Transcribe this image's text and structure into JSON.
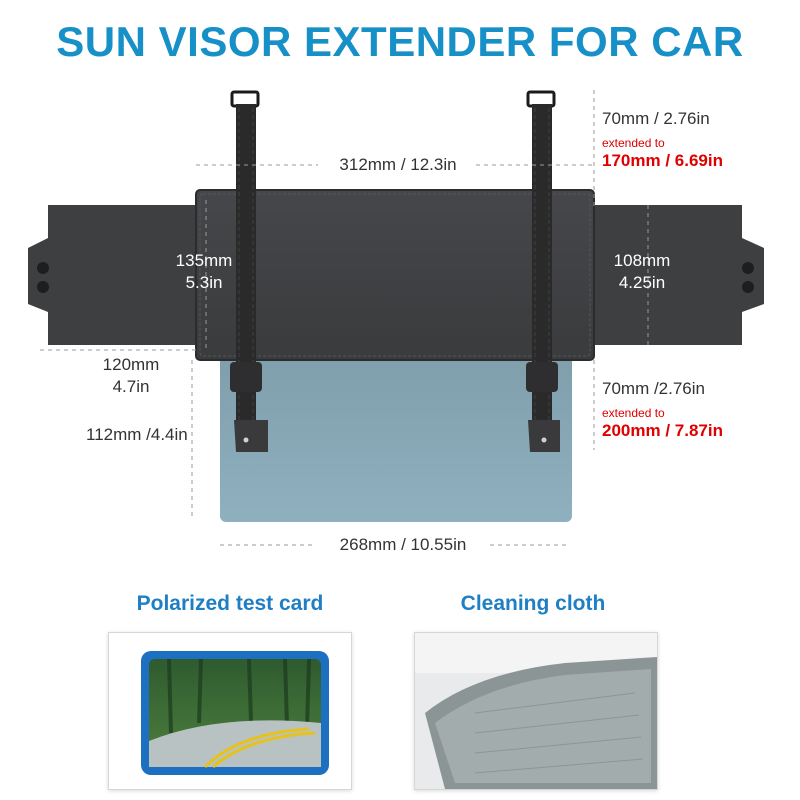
{
  "title": "SUN VISOR EXTENDER FOR CAR",
  "colors": {
    "title": "#1790c8",
    "accent_red": "#e00000",
    "section_title": "#1f7fc4",
    "visor": "#3d3d3f",
    "lens": "#8aa8b6"
  },
  "dimensions": {
    "top_width": "312mm / 12.3in",
    "left_height": {
      "line1": "135mm",
      "line2": "5.3in"
    },
    "right_height": {
      "line1": "108mm",
      "line2": "4.25in"
    },
    "left_wing": {
      "line1": "120mm",
      "line2": "4.7in"
    },
    "lens_height": "112mm /4.4in",
    "bottom_width": "268mm / 10.55in",
    "strap_top": {
      "size": "70mm / 2.76in",
      "note": "extended to",
      "extended": "170mm / 6.69in"
    },
    "strap_bottom": {
      "size": "70mm /2.76in",
      "note": "extended to",
      "extended": "200mm / 7.87in"
    }
  },
  "accessories": {
    "test_card": {
      "label": "Polarized test card",
      "icon": "polarized-test-card-icon"
    },
    "cloth": {
      "label": "Cleaning cloth",
      "icon": "cleaning-cloth-icon"
    }
  }
}
